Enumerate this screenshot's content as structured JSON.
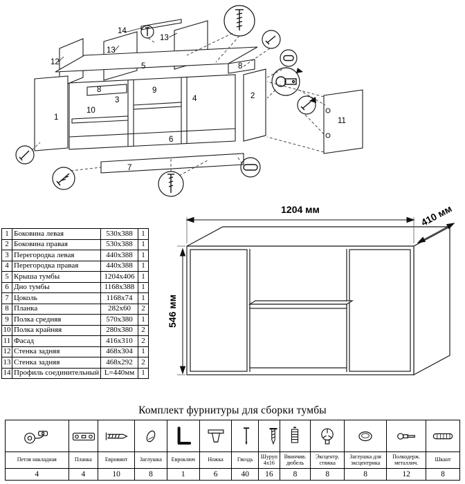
{
  "diagram": {
    "part_labels": {
      "p1": "1",
      "p2": "2",
      "p3": "3",
      "p4": "4",
      "p5": "5",
      "p6": "6",
      "p7": "7",
      "p8a": "8",
      "p8b": "8",
      "p9": "9",
      "p10": "10",
      "p11": "11",
      "p12": "12",
      "p13a": "13",
      "p13b": "13",
      "p14": "14"
    }
  },
  "assembled_view": {
    "width_label": "1204 мм",
    "depth_label": "410 мм",
    "height_label": "546 мм"
  },
  "parts_table": {
    "rows": [
      {
        "num": "1",
        "name": "Боковина левая",
        "size": "530x388",
        "qty": "1"
      },
      {
        "num": "2",
        "name": "Боковина правая",
        "size": "530x388",
        "qty": "1"
      },
      {
        "num": "3",
        "name": "Перегородка левая",
        "size": "440x388",
        "qty": "1"
      },
      {
        "num": "4",
        "name": "Перегородка правая",
        "size": "440x388",
        "qty": "1"
      },
      {
        "num": "5",
        "name": "Крыша тумбы",
        "size": "1204x406",
        "qty": "1"
      },
      {
        "num": "6",
        "name": "Дно тумбы",
        "size": "1168x388",
        "qty": "1"
      },
      {
        "num": "7",
        "name": "Цоколь",
        "size": "1168x74",
        "qty": "1"
      },
      {
        "num": "8",
        "name": "Планка",
        "size": "282x60",
        "qty": "2"
      },
      {
        "num": "9",
        "name": "Полка средняя",
        "size": "570x380",
        "qty": "1"
      },
      {
        "num": "10",
        "name": "Полка крайняя",
        "size": "280x380",
        "qty": "2"
      },
      {
        "num": "11",
        "name": "Фасад",
        "size": "416x310",
        "qty": "2"
      },
      {
        "num": "12",
        "name": "Стенка задняя",
        "size": "468x304",
        "qty": "1"
      },
      {
        "num": "13",
        "name": "Стенка задняя",
        "size": "468x292",
        "qty": "2"
      },
      {
        "num": "14",
        "name": "Профиль соединительный",
        "size": "L=440мм",
        "qty": "1"
      }
    ]
  },
  "hardware": {
    "title": "Комплект фурнитуры для сборки тумбы",
    "items": [
      {
        "name": "Петля накладная",
        "qty": "4",
        "icon": "hinge-icon"
      },
      {
        "name": "Планка",
        "qty": "4",
        "icon": "plate-icon"
      },
      {
        "name": "Евровинт",
        "qty": "10",
        "icon": "confirmat-screw-icon"
      },
      {
        "name": "Заглушка",
        "qty": "8",
        "icon": "cap-icon"
      },
      {
        "name": "Евроключ",
        "qty": "1",
        "icon": "hex-key-icon"
      },
      {
        "name": "Ножка",
        "qty": "6",
        "icon": "leg-icon"
      },
      {
        "name": "Гвоздь",
        "qty": "40",
        "icon": "nail-icon"
      },
      {
        "name": "Шуруп 4х16",
        "qty": "16",
        "icon": "screw-icon"
      },
      {
        "name": "Ввинчив. дюбель",
        "qty": "8",
        "icon": "screw-in-dowel-icon"
      },
      {
        "name": "Эксцентр. стяжка",
        "qty": "8",
        "icon": "cam-lock-icon"
      },
      {
        "name": "Заглушка для эксцентрика",
        "qty": "8",
        "icon": "cam-cap-icon"
      },
      {
        "name": "Полкодерж. металлич.",
        "qty": "12",
        "icon": "shelf-support-icon"
      },
      {
        "name": "Шкант",
        "qty": "8",
        "icon": "dowel-icon"
      }
    ]
  }
}
